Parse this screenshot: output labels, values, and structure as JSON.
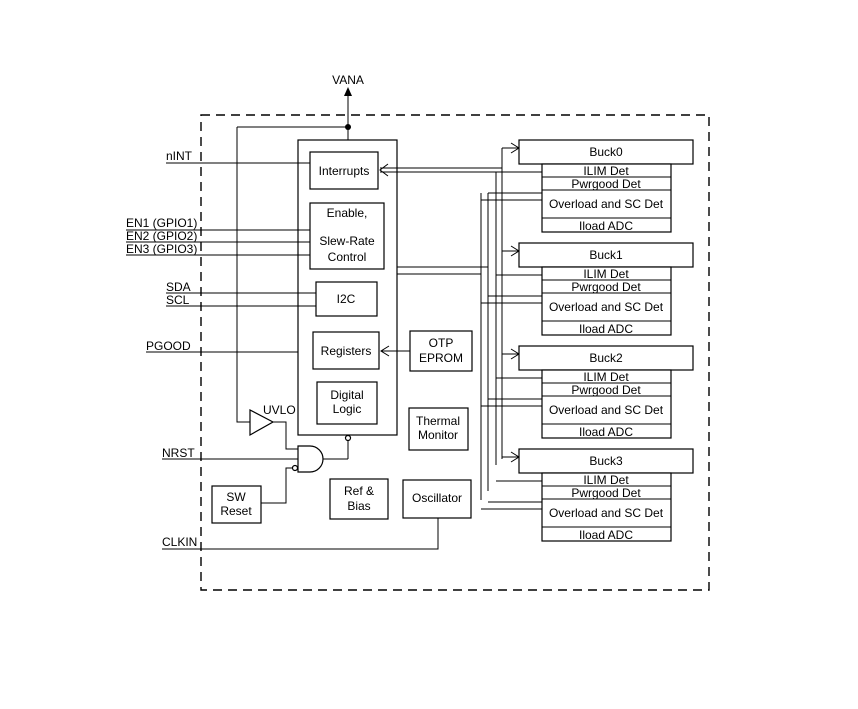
{
  "colors": {
    "line": "#000000",
    "background": "#ffffff"
  },
  "supply_label": "VANA",
  "pins": {
    "nint": "nINT",
    "en1": "EN1 (GPIO1)",
    "en2": "EN2 (GPIO2)",
    "en3": "EN3 (GPIO3)",
    "sda": "SDA",
    "scl": "SCL",
    "pgood": "PGOOD",
    "nrst": "NRST",
    "clkin": "CLKIN"
  },
  "blocks": {
    "interrupts": "Interrupts",
    "enable_line1": "Enable,",
    "enable_line2": "Slew-Rate",
    "enable_line3": "Control",
    "i2c": "I2C",
    "registers": "Registers",
    "otp_line1": "OTP",
    "otp_line2": "EPROM",
    "digital_line1": "Digital",
    "digital_line2": "Logic",
    "thermal_line1": "Thermal",
    "thermal_line2": "Monitor",
    "uvlo": "UVLO",
    "sw_line1": "SW",
    "sw_line2": "Reset",
    "ref_line1": "Ref &",
    "ref_line2": "Bias",
    "oscillator": "Oscillator"
  },
  "bucks": [
    {
      "name": "Buck0",
      "ilim": "ILIM Det",
      "pwrgood": "Pwrgood Det",
      "overload": "Overload and SC Det",
      "iload": "Iload ADC"
    },
    {
      "name": "Buck1",
      "ilim": "ILIM Det",
      "pwrgood": "Pwrgood Det",
      "overload": "Overload and SC Det",
      "iload": "Iload ADC"
    },
    {
      "name": "Buck2",
      "ilim": "ILIM Det",
      "pwrgood": "Pwrgood Det",
      "overload": "Overload and SC Det",
      "iload": "Iload ADC"
    },
    {
      "name": "Buck3",
      "ilim": "ILIM Det",
      "pwrgood": "Pwrgood Det",
      "overload": "Overload and SC Det",
      "iload": "Iload ADC"
    }
  ]
}
